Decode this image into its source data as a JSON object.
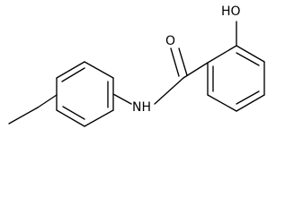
{
  "molecule": {
    "atom_labels": {
      "carbonyl_oxygen": "O",
      "hydroxyl": "HO",
      "amide_nitrogen": "NH"
    }
  }
}
